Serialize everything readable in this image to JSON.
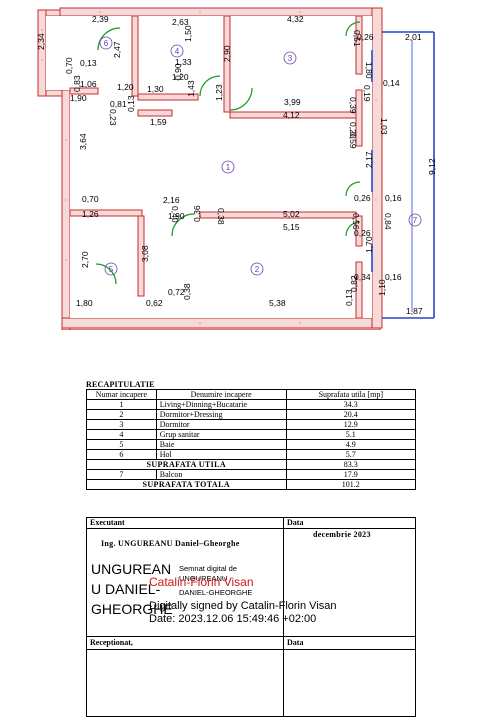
{
  "plan": {
    "dimensions": [
      "2,39",
      "2,63",
      "4,32",
      "0,51",
      "0,26",
      "2,01",
      "2,34",
      "2,47",
      "1,50",
      "1,80",
      "0,14",
      "0,13",
      "1,33",
      "2,90",
      "0,19",
      "0,70",
      "1,20",
      "0,90",
      "0,39",
      "1,06",
      "1,20",
      "1,43",
      "1,23",
      "0,83",
      "1,90",
      "1,30",
      "0,81",
      "3,99",
      "0,23",
      "4,12",
      "0,13",
      "1,59",
      "0,20",
      "1,03",
      "0,59",
      "3,64",
      "2,17",
      "9,12",
      "0,70",
      "2,16",
      "0,26",
      "0,16",
      "0,40",
      "0,36",
      "0,38",
      "5,02",
      "0,56",
      "0,84",
      "1,26",
      "1,90",
      "5,15",
      "0,26",
      "3,08",
      "1,70",
      "2,70",
      "0,34",
      "0,16",
      "0,72",
      "0,82",
      "1,10",
      "1,80",
      "0,62",
      "0,38",
      "5,38",
      "0,13",
      "1,87"
    ],
    "rooms": [
      "1",
      "2",
      "3",
      "4",
      "5",
      "6",
      "7"
    ]
  },
  "table": {
    "title": "RECAPITULATIE",
    "headers": {
      "num": "Numar incapere",
      "name": "Denumire incapere",
      "area": "Suprafata utila  [mp]"
    },
    "rows": [
      {
        "num": "1",
        "name": "Living+Dinning+Bucatarie",
        "area": "34.3"
      },
      {
        "num": "2",
        "name": "Dormitor+Dressing",
        "area": "20.4"
      },
      {
        "num": "3",
        "name": "Dormitor",
        "area": "12.9"
      },
      {
        "num": "4",
        "name": "Grup  sanitar",
        "area": "5.1"
      },
      {
        "num": "5",
        "name": "Baie",
        "area": "4.9"
      },
      {
        "num": "6",
        "name": "Hol",
        "area": "5.7"
      }
    ],
    "util_label": "SUPRAFATA  UTILA",
    "util_value": "83.3",
    "balcon": {
      "num": "7",
      "name": "Balcon",
      "area": "17.9"
    },
    "total_label": "SUPRAFATA  TOTALA",
    "total_value": "101.2"
  },
  "signature": {
    "executant_label": "Executant",
    "data_label": "Data",
    "date_value": "decembrie  2023",
    "engineer": "Ing.  UNGUREANU  Daniel–Gheorghe",
    "sig_line1": "UNGUREAN",
    "sig_line2": "U DANIEL-",
    "sig_line3": "GHEORGHE",
    "sig_small1": "Semnat digital de",
    "sig_small2": "UNGUREANU",
    "sig_small3": "DANIEL-GHEORGHE",
    "sig_red": "Catalin-Florin Visan",
    "sig_over1": "Digitally signed by Catalin-Florin Visan",
    "sig_over2": "Date: 2023.12.06 15:49:46 +02:00",
    "receptionat_label": "Receptionat,",
    "data_label2": "Data"
  }
}
